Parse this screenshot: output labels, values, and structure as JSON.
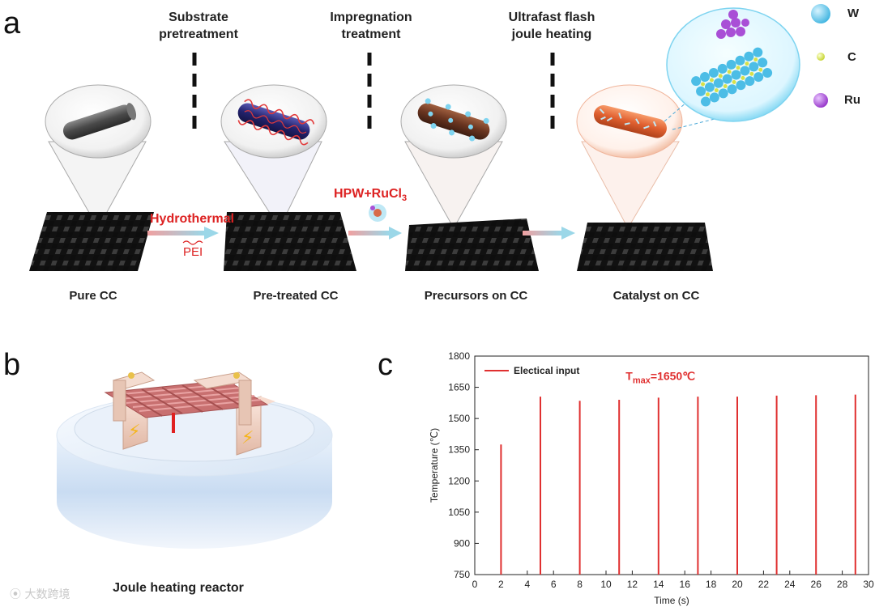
{
  "panel_a": {
    "letter": "a",
    "steps": [
      {
        "title_l1": "Substrate",
        "title_l2": "pretreatment"
      },
      {
        "title_l1": "Impregnation",
        "title_l2": "treatment"
      },
      {
        "title_l1": "Ultrafast flash",
        "title_l2": "joule heating"
      }
    ],
    "stages": [
      "Pure CC",
      "Pre-treated CC",
      "Precursors on CC",
      "Catalyst on CC"
    ],
    "arrow_labels": {
      "hydrothermal": "Hydrothermal",
      "pei": "PEI",
      "hpw": "HPW+RuCl",
      "hpw_sub": "3"
    },
    "legend": [
      {
        "label": "W",
        "color": "#5fc8ea"
      },
      {
        "label": "C",
        "color": "#d7e14a"
      },
      {
        "label": "Ru",
        "color": "#a94fd6"
      }
    ],
    "cloth_colors": [
      "#6f6f6f",
      "#1f1f7a",
      "#7a3f28",
      "#ea6a35"
    ]
  },
  "panel_b": {
    "letter": "b",
    "caption": "Joule heating reactor"
  },
  "panel_c": {
    "letter": "c",
    "legend": "Electical input",
    "tmax_prefix": "T",
    "tmax_sub": "max",
    "tmax_value": "=1650℃",
    "chart_data": {
      "type": "bar",
      "xlabel": "Time (s)",
      "ylabel": "Temperature (℃)",
      "xlim": [
        0,
        30
      ],
      "ylim": [
        750,
        1800
      ],
      "xticks": [
        0,
        2,
        4,
        6,
        8,
        10,
        12,
        14,
        16,
        18,
        20,
        22,
        24,
        26,
        28,
        30
      ],
      "yticks": [
        750,
        900,
        1050,
        1200,
        1350,
        1500,
        1650,
        1800
      ],
      "series": [
        {
          "name": "Electical input",
          "color": "#e03030",
          "x": [
            2,
            5,
            8,
            11,
            14,
            17,
            20,
            23,
            26,
            29
          ],
          "values": [
            1375,
            1605,
            1585,
            1590,
            1600,
            1605,
            1605,
            1610,
            1612,
            1615
          ]
        }
      ]
    }
  },
  "watermark": "大数跨境"
}
